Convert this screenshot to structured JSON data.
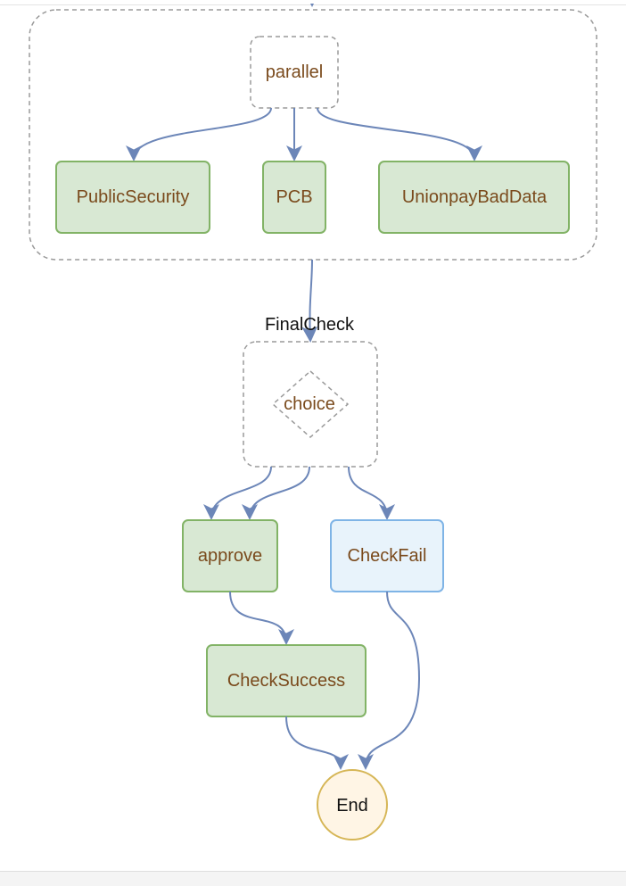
{
  "diagram": {
    "parallel_label": "parallel",
    "choice_label": "choice",
    "final_check_label": "FinalCheck",
    "nodes": {
      "public_security": "PublicSecurity",
      "pcb": "PCB",
      "unionpay": "UnionpayBadData",
      "approve": "approve",
      "check_fail": "CheckFail",
      "check_success": "CheckSuccess",
      "end": "End"
    }
  },
  "colors": {
    "edge": "#6c86b8",
    "task_green_fill": "#d8e8d3",
    "task_green_border": "#82b366",
    "task_blue_fill": "#e8f3fb",
    "task_blue_border": "#7fb4e6",
    "end_fill": "#fff5e5",
    "end_border": "#d6b656",
    "node_text": "#7a4a1c"
  }
}
